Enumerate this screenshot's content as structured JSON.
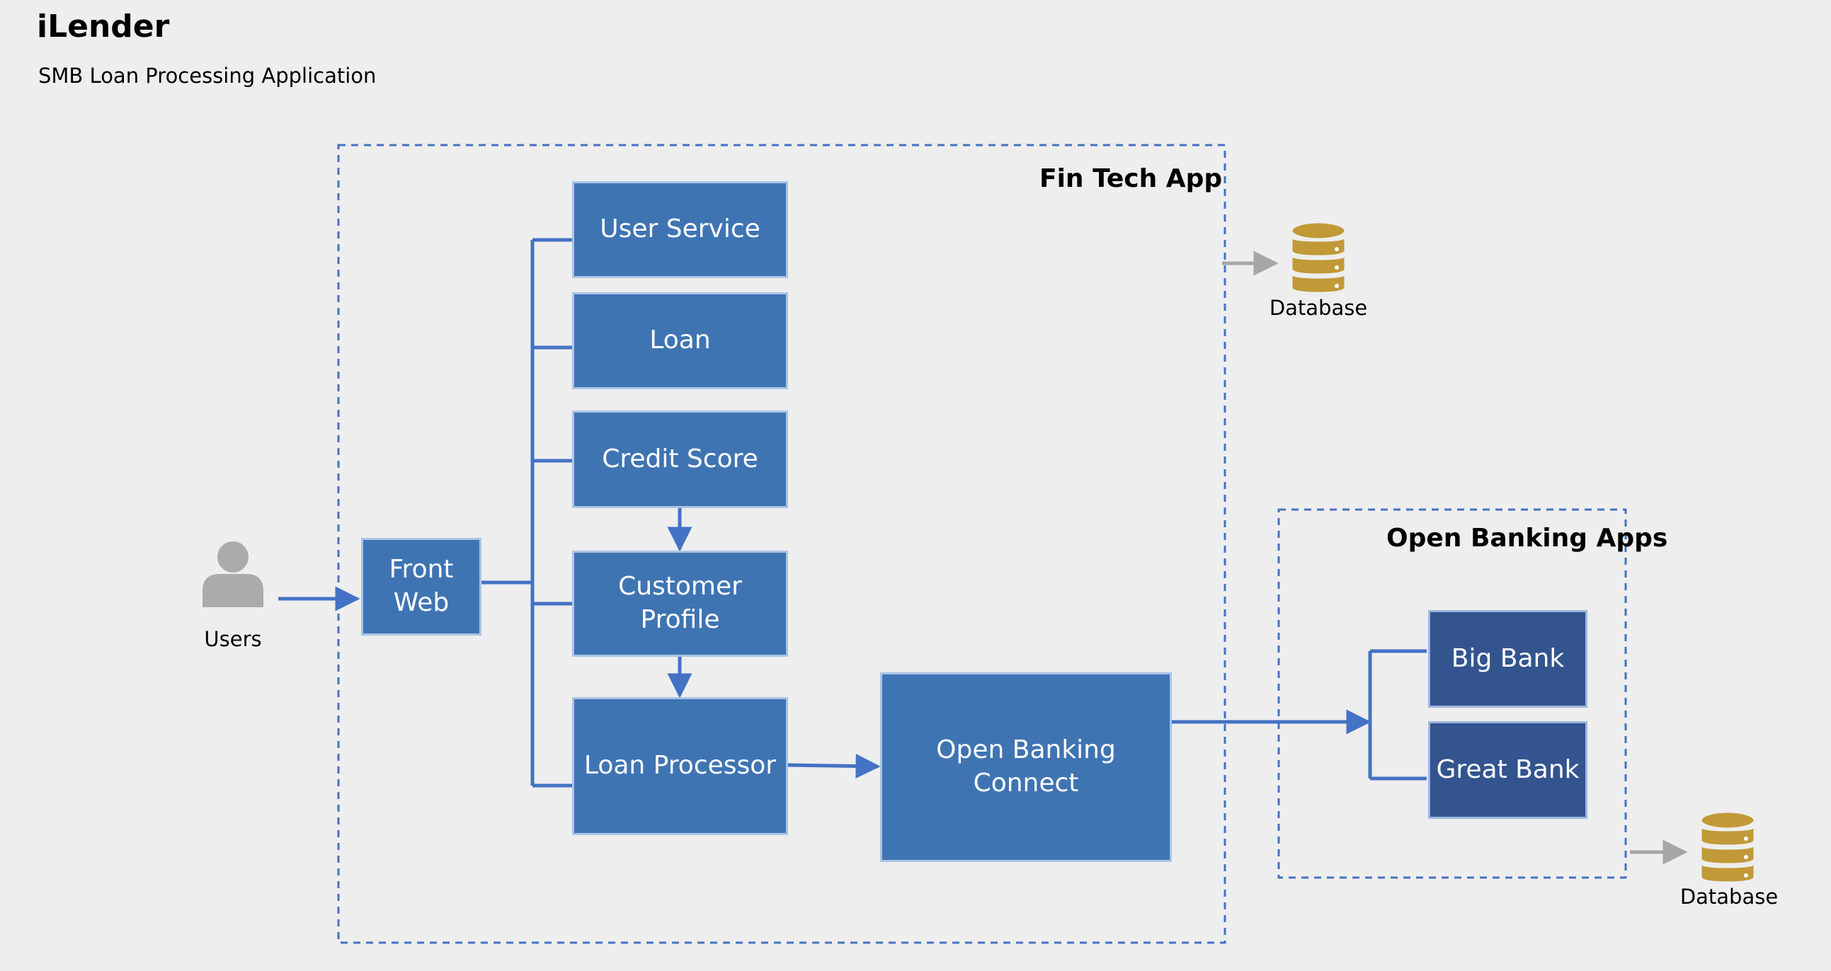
{
  "header": {
    "title": "iLender",
    "subtitle": "SMB Loan Processing Application"
  },
  "groups": {
    "fintech": "Fin Tech App",
    "open_banking": "Open Banking Apps"
  },
  "actors": {
    "users": "Users"
  },
  "services": {
    "front_web": "Front\nWeb",
    "user_service": "User Service",
    "loan": "Loan",
    "credit_score": "Credit Score",
    "customer_profile": "Customer\nProfile",
    "loan_processor": "Loan Processor",
    "open_banking_connect": "Open Banking Connect",
    "big_bank": "Big Bank",
    "great_bank": "Great Bank"
  },
  "stores": {
    "db1": "Database",
    "db2": "Database"
  },
  "colors": {
    "background": "#eeeeee",
    "service": "#3f74b3",
    "bank": "#33548f",
    "connector": "#4472c4",
    "database": "#c19a37",
    "user_icon": "#ababab",
    "db_arrow": "#a6a6a6"
  },
  "icons": [
    "user-icon",
    "database-icon"
  ]
}
